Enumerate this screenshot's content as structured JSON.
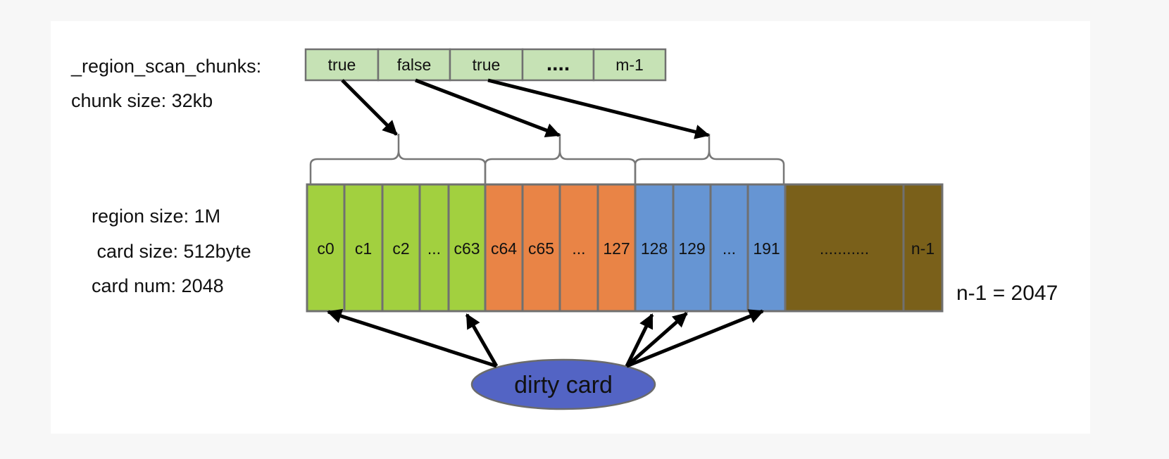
{
  "labels": {
    "region_scan_chunks": "_region_scan_chunks:",
    "chunk_size": "chunk size: 32kb",
    "region_size": "region size: 1M",
    "card_size": " card size: 512byte",
    "card_num": "card num: 2048",
    "n_minus_1": "n-1 = 2047",
    "dirty_card": "dirty card"
  },
  "chunks": [
    {
      "label": "true"
    },
    {
      "label": "false"
    },
    {
      "label": "true"
    },
    {
      "label": "...."
    },
    {
      "label": "m-1"
    }
  ],
  "cards": [
    {
      "label": "c0",
      "group": "green"
    },
    {
      "label": "c1",
      "group": "green"
    },
    {
      "label": "c2",
      "group": "green"
    },
    {
      "label": "...",
      "group": "green"
    },
    {
      "label": "c63",
      "group": "green"
    },
    {
      "label": "c64",
      "group": "orange"
    },
    {
      "label": "c65",
      "group": "orange"
    },
    {
      "label": "...",
      "group": "orange"
    },
    {
      "label": "127",
      "group": "orange"
    },
    {
      "label": "128",
      "group": "blue"
    },
    {
      "label": "129",
      "group": "blue"
    },
    {
      "label": "...",
      "group": "blue"
    },
    {
      "label": "191",
      "group": "blue"
    },
    {
      "label": "...........",
      "group": "brown"
    },
    {
      "label": "n-1",
      "group": "brown"
    }
  ],
  "colors": {
    "chunk_fill": "#c6e2b5",
    "green": "#a2d03f",
    "orange": "#e98446",
    "blue": "#6695d3",
    "brown": "#7a601a",
    "dirty_card_fill": "#5364c4",
    "border": "#707070",
    "arrow": "#000000"
  }
}
